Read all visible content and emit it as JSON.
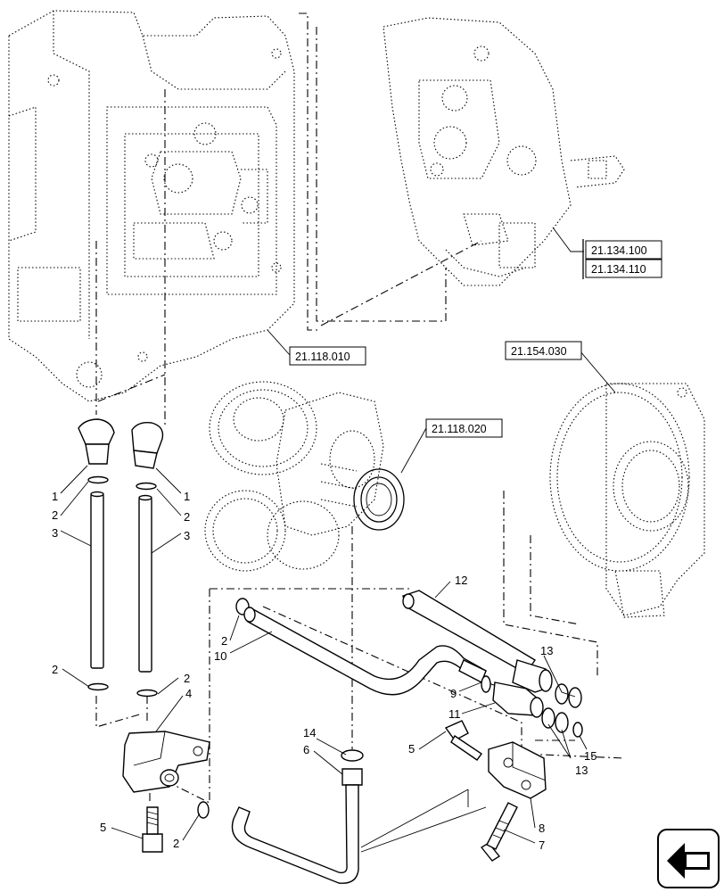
{
  "references": [
    {
      "id": "ref-21-134-100",
      "text": "21.134.100"
    },
    {
      "id": "ref-21-134-110",
      "text": "21.134.110"
    },
    {
      "id": "ref-21-118-010",
      "text": "21.118.010"
    },
    {
      "id": "ref-21-154-030",
      "text": "21.154.030"
    },
    {
      "id": "ref-21-118-020",
      "text": "21.118.020"
    }
  ],
  "callouts": {
    "c1a": "1",
    "c1b": "1",
    "c2a": "2",
    "c2b": "2",
    "c2c": "2",
    "c2d": "2",
    "c2e": "2",
    "c2f": "2",
    "c2g": "2",
    "c3a": "3",
    "c3b": "3",
    "c4": "4",
    "c5a": "5",
    "c5b": "5",
    "c6": "6",
    "c7": "7",
    "c8": "8",
    "c9": "9",
    "c10": "10",
    "c11": "11",
    "c12": "12",
    "c13a": "13",
    "c13b": "13",
    "c14": "14",
    "c15": "15"
  },
  "nav": {
    "icon": "previous-page-arrow-icon"
  }
}
